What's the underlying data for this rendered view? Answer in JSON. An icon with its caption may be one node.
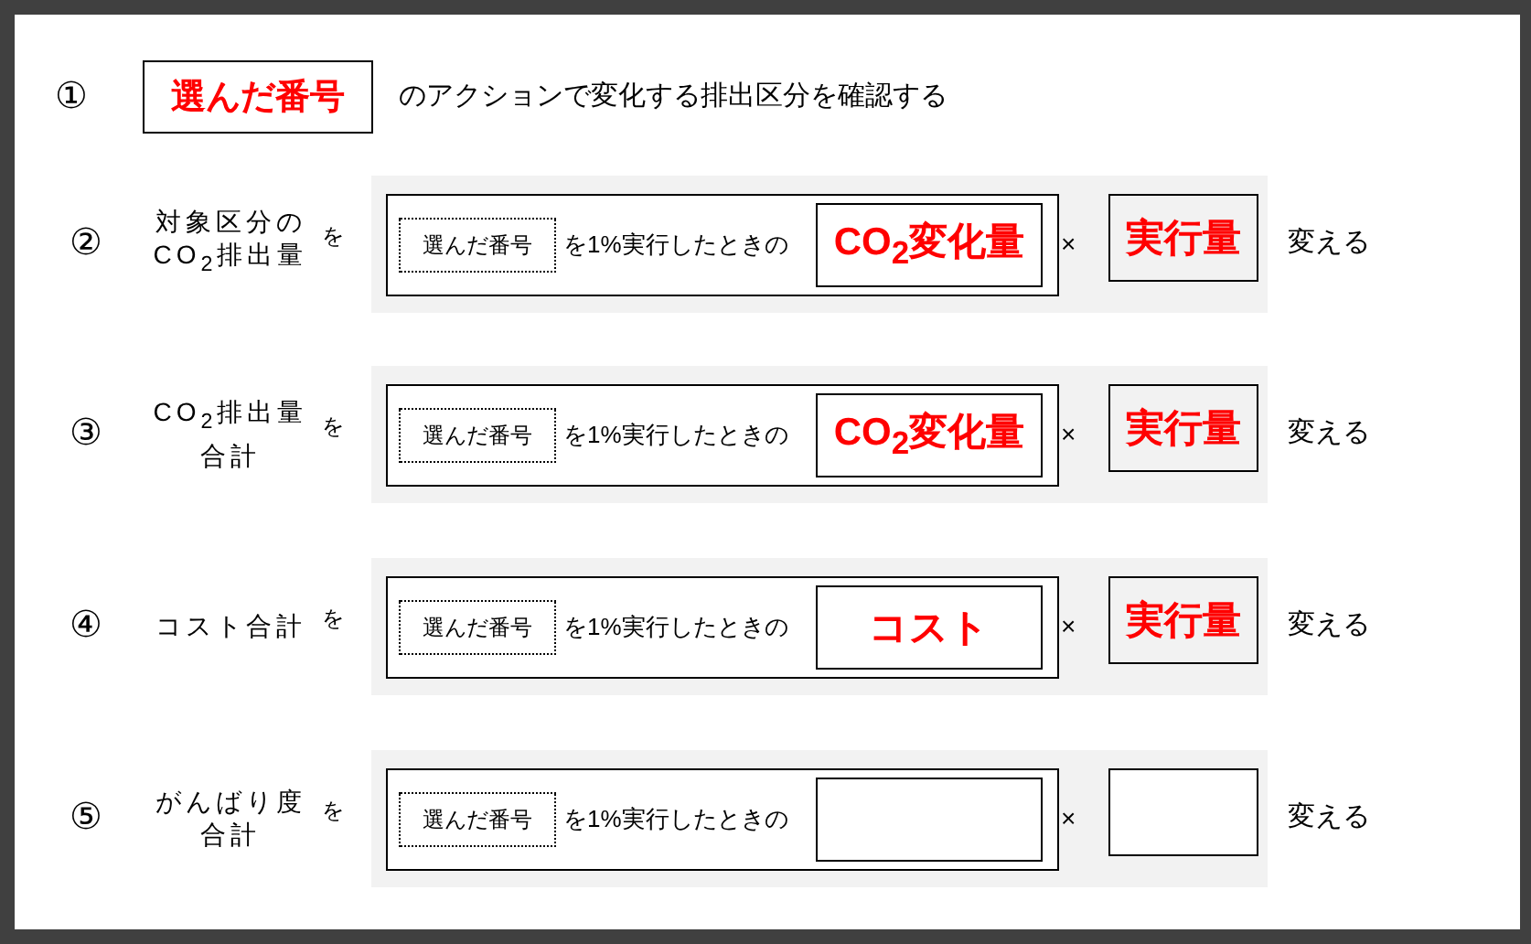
{
  "diagram": {
    "nodes": [
      {
        "text": [
          "選んだ番号"
        ]
      },
      {
        "text": [],
        "shape": "band"
      },
      {
        "text": [
          "を1%実行したときの"
        ],
        "in": 1
      },
      {
        "text": [
          "選んだ番号"
        ],
        "in": 2
      },
      {
        "text": [
          "CO$_{2}$変化量"
        ],
        "in": 2
      },
      {
        "text": [
          "実行量"
        ],
        "in": 1
      },
      {
        "text": [],
        "shape": "band"
      },
      {
        "text": [
          "を1%実行したときの"
        ],
        "in": 6
      },
      {
        "text": [
          "選んだ番号"
        ],
        "in": 7
      },
      {
        "text": [
          "CO$_{2}$変化量"
        ],
        "in": 7
      },
      {
        "text": [
          "実行量"
        ],
        "in": 6
      },
      {
        "text": [],
        "shape": "band"
      },
      {
        "text": [
          "を1%実行したときの"
        ],
        "in": 11
      },
      {
        "text": [
          "選んだ番号"
        ],
        "in": 12
      },
      {
        "text": [
          "コスト"
        ],
        "in": 12
      },
      {
        "text": [
          "実行量"
        ],
        "in": 11
      },
      {
        "text": [],
        "shape": "band"
      },
      {
        "text": [
          "を1%実行したときの"
        ],
        "in": 16
      },
      {
        "text": [
          "選んだ番号"
        ],
        "in": 17
      },
      {
        "text": [],
        "shape": "box",
        "in": 17
      },
      {
        "text": [],
        "shape": "box",
        "in": 16
      }
    ],
    "labels": [
      "①",
      "のアクションで変化する排出区分を確認する",
      "②",
      "対象区分のCO$_{2}$排出量",
      "を",
      "×",
      "変える",
      "③",
      "CO$_{2}$排出量合計",
      "を",
      "×",
      "変える",
      "④",
      "コスト合計",
      "を",
      "×",
      "変える",
      "⑤",
      "がんばり度合計",
      "を",
      "×",
      "変える"
    ]
  }
}
